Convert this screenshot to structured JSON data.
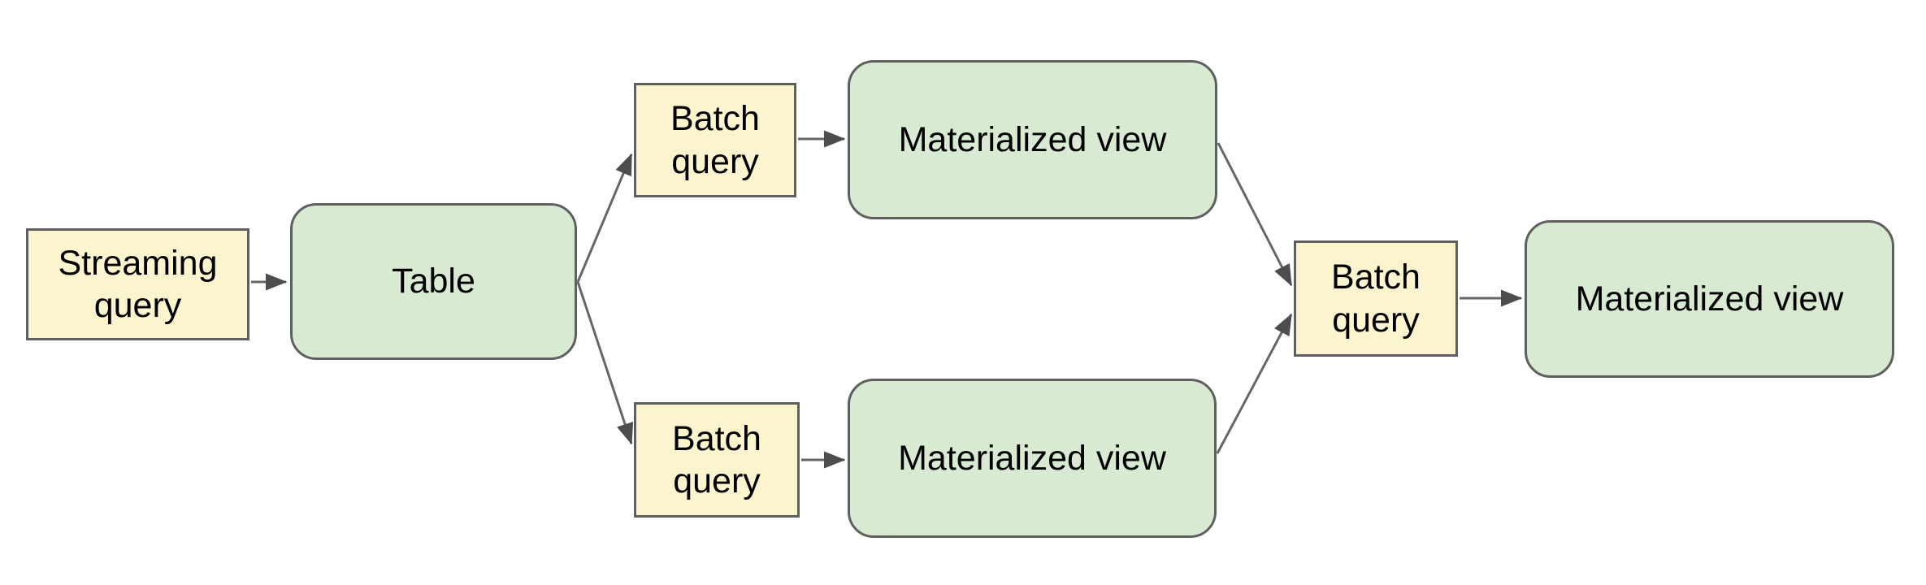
{
  "diagram": {
    "type": "flowchart",
    "background_color": "#ffffff",
    "colors": {
      "query_node_fill": "#fcf3cf",
      "view_node_fill": "#d9ead3",
      "node_border": "#5f5f5f",
      "connector_line": "#666666",
      "arrowhead_fill": "#4d4d4d",
      "text": "#000000"
    },
    "nodes": {
      "streaming_query": {
        "label": "Streaming query",
        "shape": "rectangle",
        "fill": "#fcf3cf"
      },
      "table": {
        "label": "Table",
        "shape": "rounded-rectangle",
        "fill": "#d9ead3"
      },
      "batch_query_top": {
        "label": "Batch query",
        "shape": "rectangle",
        "fill": "#fcf3cf"
      },
      "materialized_view_top": {
        "label": "Materialized view",
        "shape": "rounded-rectangle",
        "fill": "#d9ead3"
      },
      "batch_query_bottom": {
        "label": "Batch query",
        "shape": "rectangle",
        "fill": "#fcf3cf"
      },
      "materialized_view_bottom": {
        "label": "Materialized view",
        "shape": "rounded-rectangle",
        "fill": "#d9ead3"
      },
      "batch_query_right": {
        "label": "Batch query",
        "shape": "rectangle",
        "fill": "#fcf3cf"
      },
      "materialized_view_right": {
        "label": "Materialized view",
        "shape": "rounded-rectangle",
        "fill": "#d9ead3"
      }
    },
    "edges": [
      {
        "from": "streaming_query",
        "to": "table"
      },
      {
        "from": "table",
        "to": "batch_query_top"
      },
      {
        "from": "table",
        "to": "batch_query_bottom"
      },
      {
        "from": "batch_query_top",
        "to": "materialized_view_top"
      },
      {
        "from": "batch_query_bottom",
        "to": "materialized_view_bottom"
      },
      {
        "from": "materialized_view_top",
        "to": "batch_query_right"
      },
      {
        "from": "materialized_view_bottom",
        "to": "batch_query_right"
      },
      {
        "from": "batch_query_right",
        "to": "materialized_view_right"
      }
    ]
  }
}
